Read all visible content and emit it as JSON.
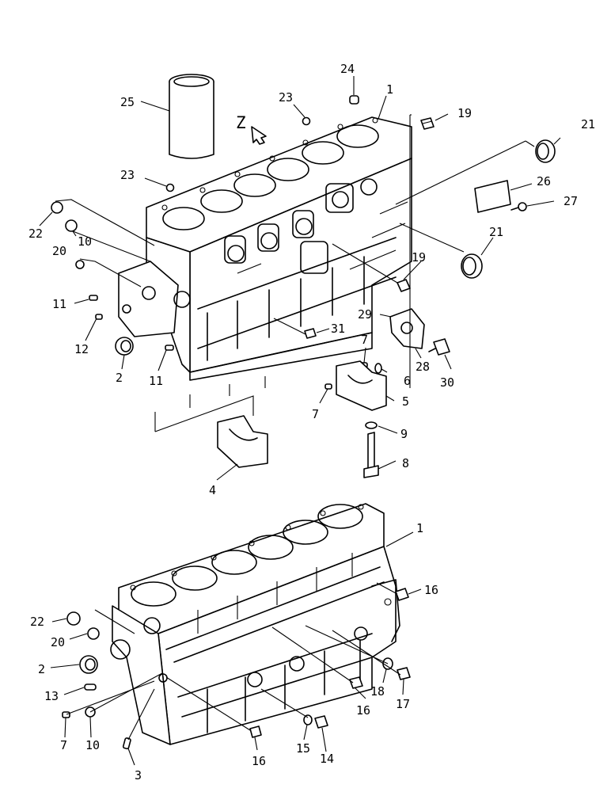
{
  "view_marker": "Z",
  "callouts": [
    {
      "id": "c25",
      "text": "25"
    },
    {
      "id": "c24",
      "text": "24"
    },
    {
      "id": "c23a",
      "text": "23"
    },
    {
      "id": "c23b",
      "text": "23"
    },
    {
      "id": "c1a",
      "text": "1"
    },
    {
      "id": "c19a",
      "text": "19"
    },
    {
      "id": "c21a",
      "text": "21"
    },
    {
      "id": "c26",
      "text": "26"
    },
    {
      "id": "c27",
      "text": "27"
    },
    {
      "id": "c22a",
      "text": "22"
    },
    {
      "id": "c20a",
      "text": "20"
    },
    {
      "id": "c10a",
      "text": "10"
    },
    {
      "id": "c21b",
      "text": "21"
    },
    {
      "id": "c19b",
      "text": "19"
    },
    {
      "id": "c11a",
      "text": "11"
    },
    {
      "id": "c12",
      "text": "12"
    },
    {
      "id": "c29",
      "text": "29"
    },
    {
      "id": "c31",
      "text": "31"
    },
    {
      "id": "c2a",
      "text": "2"
    },
    {
      "id": "c11b",
      "text": "11"
    },
    {
      "id": "c7a",
      "text": "7"
    },
    {
      "id": "c6",
      "text": "6"
    },
    {
      "id": "c28",
      "text": "28"
    },
    {
      "id": "c30",
      "text": "30"
    },
    {
      "id": "c7b",
      "text": "7"
    },
    {
      "id": "c5",
      "text": "5"
    },
    {
      "id": "c9",
      "text": "9"
    },
    {
      "id": "c8",
      "text": "8"
    },
    {
      "id": "c4",
      "text": "4"
    },
    {
      "id": "c1b",
      "text": "1"
    },
    {
      "id": "c16a",
      "text": "16"
    },
    {
      "id": "c22b",
      "text": "22"
    },
    {
      "id": "c20b",
      "text": "20"
    },
    {
      "id": "c2b",
      "text": "2"
    },
    {
      "id": "c13",
      "text": "13"
    },
    {
      "id": "c18",
      "text": "18"
    },
    {
      "id": "c17",
      "text": "17"
    },
    {
      "id": "c16b",
      "text": "16"
    },
    {
      "id": "c7c",
      "text": "7"
    },
    {
      "id": "c10b",
      "text": "10"
    },
    {
      "id": "c15",
      "text": "15"
    },
    {
      "id": "c14",
      "text": "14"
    },
    {
      "id": "c16c",
      "text": "16"
    },
    {
      "id": "c3",
      "text": "3"
    }
  ]
}
